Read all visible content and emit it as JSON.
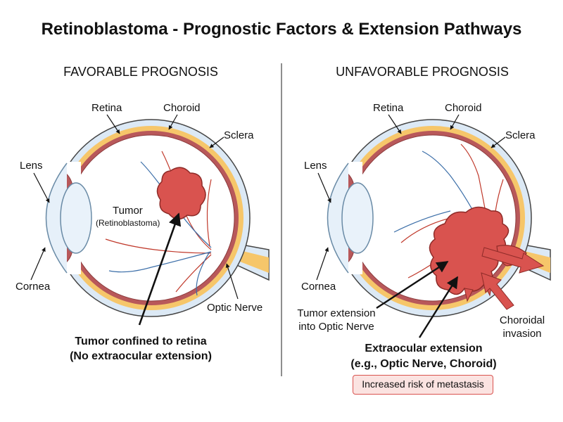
{
  "title": "Retinoblastoma - Prognostic Factors & Extension Pathways",
  "panels": {
    "favorable": {
      "heading": "FAVORABLE PROGNOSIS",
      "labels": {
        "retina": "Retina",
        "choroid": "Choroid",
        "sclera": "Sclera",
        "lens": "Lens",
        "cornea": "Cornea",
        "tumor": "Tumor",
        "tumor_sub": "(Retinoblastoma)",
        "optic_nerve": "Optic Nerve"
      },
      "caption_line1": "Tumor confined to retina",
      "caption_line2": "(No extraocular extension)"
    },
    "unfavorable": {
      "heading": "UNFAVORABLE PROGNOSIS",
      "labels": {
        "retina": "Retina",
        "choroid": "Choroid",
        "sclera": "Sclera",
        "lens": "Lens",
        "cornea": "Cornea",
        "optic_ext_line1": "Tumor extension",
        "optic_ext_line2": "into Optic Nerve",
        "choroidal_line1": "Choroidal",
        "choroidal_line2": "invasion"
      },
      "caption_line1": "Extraocular extension",
      "caption_line2": "(e.g., Optic Nerve, Choroid)",
      "risk_badge": "Increased risk of metastasis"
    }
  },
  "colors": {
    "sclera": "#dce9f5",
    "choroid": "#f6c66a",
    "retina": "#b8585a",
    "tumor": "#d9534f",
    "arrow_red": "#d9534f"
  }
}
